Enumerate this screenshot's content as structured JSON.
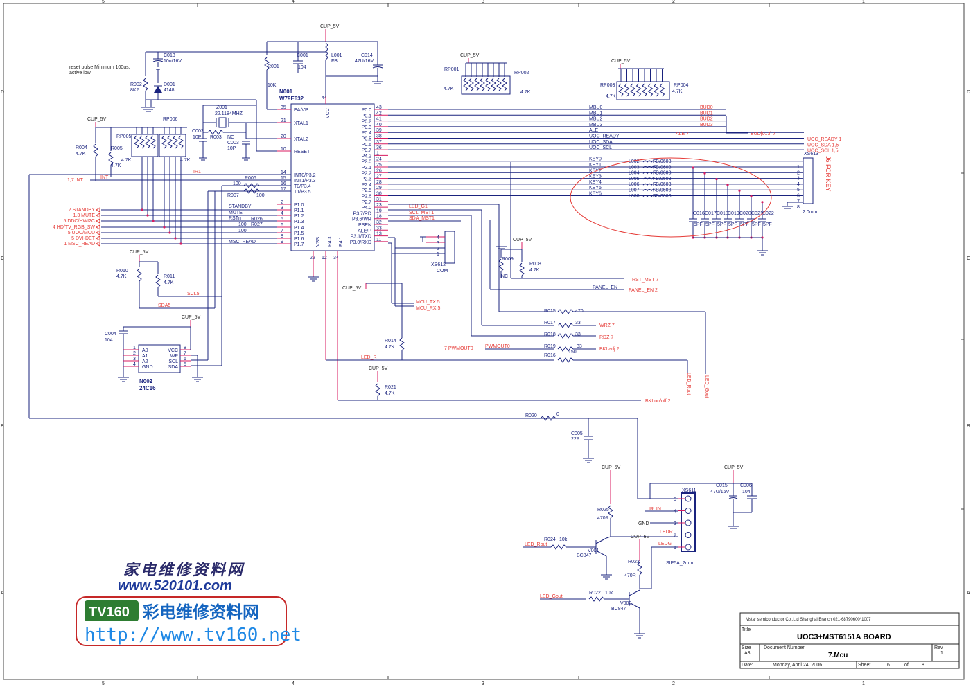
{
  "grid": {
    "columns": [
      "5",
      "4",
      "3",
      "2",
      "1"
    ],
    "rows": [
      "D",
      "C",
      "B",
      "A"
    ]
  },
  "note": [
    "reset pulse Minimum 100us,",
    "active low"
  ],
  "power": {
    "cup_5v": "CUP_5V"
  },
  "mcu": {
    "ref": "N001",
    "part": "W79E632",
    "left_pins": [
      {
        "num": "35",
        "name": "EA/VP"
      },
      {
        "num": "21",
        "name": "XTAL1"
      },
      {
        "num": "20",
        "name": "XTAL2"
      },
      {
        "num": "10",
        "name": "RESET"
      },
      {
        "num": "14",
        "name": "INT0/P3.2"
      },
      {
        "num": "15",
        "name": "INT1/P3.3"
      },
      {
        "num": "16",
        "name": "T0/P3.4"
      },
      {
        "num": "17",
        "name": "T1/P3.5"
      },
      {
        "num": "2",
        "name": "P1.0"
      },
      {
        "num": "3",
        "name": "P1.1"
      },
      {
        "num": "4",
        "name": "P1.2"
      },
      {
        "num": "5",
        "name": "P1.3"
      },
      {
        "num": "6",
        "name": "P1.4"
      },
      {
        "num": "7",
        "name": "P1.5"
      },
      {
        "num": "8",
        "name": "P1.6"
      },
      {
        "num": "9",
        "name": "P1.7"
      }
    ],
    "right_pins": [
      {
        "num": "43",
        "name": "P0.0"
      },
      {
        "num": "42",
        "name": "P0.1"
      },
      {
        "num": "41",
        "name": "P0.2"
      },
      {
        "num": "40",
        "name": "P0.3"
      },
      {
        "num": "39",
        "name": "P0.4"
      },
      {
        "num": "38",
        "name": "P0.5"
      },
      {
        "num": "37",
        "name": "P0.6"
      },
      {
        "num": "36",
        "name": "P0.7"
      },
      {
        "num": "1",
        "name": "P4.2"
      },
      {
        "num": "24",
        "name": "P2.0"
      },
      {
        "num": "25",
        "name": "P2.1"
      },
      {
        "num": "26",
        "name": "P2.2"
      },
      {
        "num": "27",
        "name": "P2.3"
      },
      {
        "num": "28",
        "name": "P2.4"
      },
      {
        "num": "29",
        "name": "P2.5"
      },
      {
        "num": "30",
        "name": "P2.6"
      },
      {
        "num": "31",
        "name": "P2.7"
      },
      {
        "num": "23",
        "name": "P4.0"
      },
      {
        "num": "19",
        "name": "P3.7/RD"
      },
      {
        "num": "18",
        "name": "P3.6/WR"
      },
      {
        "num": "32",
        "name": "PSEN"
      },
      {
        "num": "33",
        "name": "ALE/P"
      },
      {
        "num": "13",
        "name": "P3.1/TXD"
      },
      {
        "num": "11",
        "name": "P3.0/RXD"
      }
    ],
    "top_pin": {
      "num": "44",
      "name": "VCC"
    },
    "bottom_pins": [
      {
        "num": "22",
        "name": "VSS"
      },
      {
        "num": "12",
        "name": "P4.3"
      },
      {
        "num": "34",
        "name": "P4.1"
      }
    ]
  },
  "right_nets": [
    "MBU0",
    "MBU1",
    "MBU2",
    "MBU3",
    "ALE",
    "UOC_READY",
    "UOC_SDA",
    "UOC_SCL",
    "KEY0",
    "KEY1",
    "KEY2",
    "KEY3",
    "KEY4",
    "KEY5",
    "KEY6"
  ],
  "bud_labels": [
    "BUD0",
    "BUD1",
    "BUD2",
    "BUD3"
  ],
  "bus_label": "BUD[0..3]  7",
  "ale_label": "ALE  7",
  "uoc_labels": [
    "UOC_READY  1",
    "UOC_SDA  1,5",
    "UOC_SCL  1,5"
  ],
  "inductors": [
    "L002",
    "L003",
    "L004",
    "L005",
    "L006",
    "L007",
    "L008"
  ],
  "ferrite": "FB/0603",
  "caps_5pf": [
    "C016",
    "C017",
    "C018",
    "C019",
    "C020",
    "C021",
    "C022"
  ],
  "cap_5pf_value": "5PF",
  "connector_j6": {
    "ref": "XS613",
    "title": "J6  FOR  KEY",
    "pins": [
      "1",
      "2",
      "3",
      "4",
      "5",
      "6",
      "7",
      "8"
    ],
    "pitch": "2.0mm"
  },
  "left_ports": [
    {
      "label": "2  STANDBY",
      "net": "STANDBY"
    },
    {
      "label": "1,3  MUTE",
      "net": "MUTE"
    },
    {
      "label": "5  DDC/HWI2C",
      "net": "RSTn"
    },
    {
      "label": "4  HD/TV_RGB_SW",
      "net": ""
    },
    {
      "label": "5  UOC/MCU",
      "net": ""
    },
    {
      "label": "5  DVI-DET",
      "net": ""
    },
    {
      "label": "1  MSC_READ",
      "net": "MSC_READ"
    }
  ],
  "int_label": "1,7  INT",
  "int_net": "INT",
  "ir1": "IR1",
  "mid_nets": {
    "led_g1": "LED_G1",
    "scl_mst1": "SCL_MST1",
    "sda_mst1": "SDA_MST1",
    "scl5": "SCL5",
    "sda5": "SDA5"
  },
  "components": {
    "c013": {
      "ref": "C013",
      "val": "10u/16V"
    },
    "c001": {
      "ref": "C001",
      "val": "104"
    },
    "l001": {
      "ref": "L001",
      "val": "FB"
    },
    "c014": {
      "ref": "C014",
      "val": "47U/16V"
    },
    "r001": {
      "ref": "R001",
      "val": "10K"
    },
    "r002": {
      "ref": "R002",
      "val": "8K2"
    },
    "d001": {
      "ref": "D001",
      "val": "4148"
    },
    "z001": {
      "ref": "Z001",
      "val": "22.1184MHZ"
    },
    "c002": {
      "ref": "C002",
      "val": "10P"
    },
    "r003": {
      "ref": "R003",
      "val": "NC"
    },
    "c003": {
      "ref": "C003",
      "val": "10P"
    },
    "r004": {
      "ref": "R004",
      "val": "4.7K"
    },
    "r005": {
      "ref": "R005",
      "val": "4.7K"
    },
    "rp005": {
      "ref": "RP005",
      "val": "4.7K"
    },
    "rp006": {
      "ref": "RP006",
      "val": "4.7K"
    },
    "rp001": {
      "ref": "RP001",
      "val": "4.7K"
    },
    "rp002": {
      "ref": "RP002",
      "val": "4.7K"
    },
    "rp003": {
      "ref": "RP003",
      "val": "4.7K"
    },
    "rp004": {
      "ref": "RP004",
      "val": "4.7K"
    },
    "r006": {
      "ref": "R006",
      "val": "100"
    },
    "r007": {
      "ref": "R007",
      "val": "100"
    },
    "r026": {
      "ref": "R026",
      "val": "100"
    },
    "r027": {
      "ref": "R027",
      "val": "100"
    },
    "r010": {
      "ref": "R010",
      "val": "4.7K"
    },
    "r011": {
      "ref": "R011",
      "val": "4.7K"
    },
    "c004": {
      "ref": "C004",
      "val": "104"
    },
    "r009": {
      "ref": "R009",
      "val": "NC"
    },
    "r008": {
      "ref": "R008",
      "val": "4.7K"
    },
    "r014": {
      "ref": "R014",
      "val": "4.7K"
    },
    "r021": {
      "ref": "R021",
      "val": "4.7K"
    },
    "r015": {
      "ref": "R015",
      "val": "470"
    },
    "r017": {
      "ref": "R017",
      "val": "33"
    },
    "r018": {
      "ref": "R018",
      "val": "33"
    },
    "r019": {
      "ref": "R019",
      "val": "33"
    },
    "r016": {
      "ref": "R016",
      "val": "150"
    },
    "r020": {
      "ref": "R020",
      "val": "0"
    },
    "c005": {
      "ref": "C005",
      "val": "22P"
    },
    "c015": {
      "ref": "C015",
      "val": "47U/16V"
    },
    "c006": {
      "ref": "C006",
      "val": "104"
    },
    "r025": {
      "ref": "R025",
      "val": "470R"
    },
    "r023": {
      "ref": "R023",
      "val": "470R"
    },
    "r024": {
      "ref": "R024",
      "val": "10k"
    },
    "r022": {
      "ref": "R022",
      "val": "10k"
    },
    "v001": {
      "ref": "V001",
      "val": "BC847"
    },
    "v002": {
      "ref": "V002",
      "val": "BC847"
    }
  },
  "eeprom": {
    "ref": "N002",
    "part": "24C16",
    "left": [
      "A0",
      "A1",
      "A2",
      "GND"
    ],
    "left_num": [
      "1",
      "2",
      "3",
      "4"
    ],
    "right": [
      "VCC",
      "WP",
      "SCL",
      "SDA"
    ],
    "right_num": [
      "8",
      "7",
      "6",
      "5"
    ]
  },
  "xs612": {
    "ref": "XS612",
    "val": "COM",
    "pins": [
      "4",
      "3",
      "2",
      "1"
    ]
  },
  "xs611": {
    "ref": "XS611",
    "val": "SIP5A_2mm",
    "pins": [
      "5",
      "4",
      "3",
      "2",
      "1"
    ],
    "nets": [
      "IR_IN",
      "GND",
      "LEDR",
      "LEDG"
    ]
  },
  "outputs": {
    "mcu_tx": "MCU_TX  5",
    "mcu_rx": "MCU_RX  5",
    "rst_mst": "RST_MST  7",
    "panel_en_net": "PANEL_EN",
    "panel_en": "PANEL_EN  2",
    "wrz": "WRZ  7",
    "rdz": "RDZ  7",
    "pwmout_in": "7  PWMOUT0",
    "pwmout_net": "PWMOUT0",
    "bkladj": "BKLadj  2",
    "led_r": "LED_R",
    "led_rout_v": "LED_Rout",
    "led_gout_v": "LED_Gout",
    "bklonoff": "BKLon/off  2",
    "led_rout": "LED_Rout",
    "led_gout": "LED_Gout"
  },
  "title_block": {
    "company": "Mstar semiconductor Co.,Ltd Shanghai Branch 021-68790600*1007",
    "title_label": "Title",
    "title": "UOC3+MST6151A BOARD",
    "size_label": "Size",
    "size": "A3",
    "doc_label": "Document Number",
    "doc": "7.Mcu",
    "rev_label": "Rev",
    "rev": "1",
    "date_label": "Date:",
    "date": "Monday, April 24, 2006",
    "sheet_label": "Sheet",
    "sheet": "6",
    "of_label": "of",
    "of": "8"
  },
  "watermark": {
    "line1": "家电维修资料网",
    "line2": "www.520101.com",
    "tv": "TV160",
    "cn": "彩电维修资料网",
    "url": "http://www.tv160.net"
  }
}
